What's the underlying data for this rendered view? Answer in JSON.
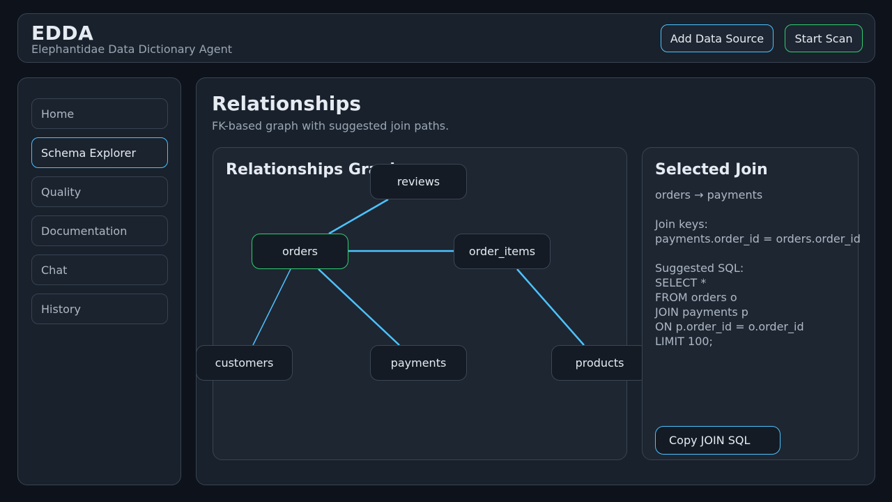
{
  "app": {
    "title": "EDDA",
    "subtitle": "Elephantidae Data Dictionary Agent"
  },
  "header": {
    "add_source_label": "Add Data Source",
    "start_scan_label": "Start Scan"
  },
  "sidebar": {
    "items": [
      {
        "label": "Home",
        "active": false
      },
      {
        "label": "Schema Explorer",
        "active": true
      },
      {
        "label": "Quality",
        "active": false
      },
      {
        "label": "Documentation",
        "active": false
      },
      {
        "label": "Chat",
        "active": false
      },
      {
        "label": "History",
        "active": false
      }
    ]
  },
  "main": {
    "title": "Relationships",
    "subtitle": "FK-based graph with suggested join paths."
  },
  "graph": {
    "title": "Relationships Graph",
    "nodes": {
      "reviews": "reviews",
      "orders": "orders",
      "order_items": "order_items",
      "customers": "customers",
      "payments": "payments",
      "products": "products"
    },
    "selected_node": "orders",
    "edges": [
      [
        "orders",
        "reviews"
      ],
      [
        "orders",
        "order_items"
      ],
      [
        "orders",
        "customers"
      ],
      [
        "orders",
        "payments"
      ],
      [
        "order_items",
        "products"
      ]
    ],
    "edge_color": "#4cc3ff",
    "selected_color": "#2fcf6f"
  },
  "join": {
    "title": "Selected Join",
    "path": "orders → payments",
    "keys_label": "Join keys:",
    "keys": "payments.order_id = orders.order_id",
    "sql_label": "Suggested SQL:",
    "sql": "SELECT *\nFROM orders o\nJOIN payments p\nON p.order_id = o.order_id\nLIMIT 100;",
    "copy_label": "Copy JOIN SQL"
  }
}
